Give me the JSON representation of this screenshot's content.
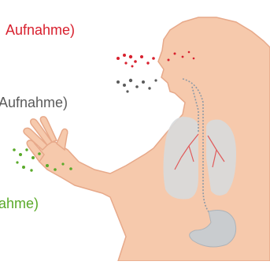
{
  "labels": {
    "oral": "Aufnahme)",
    "inhalation": "Aufnahme)",
    "dermal": "ahme)"
  },
  "colors": {
    "oral": "#d8202e",
    "inhalation": "#5b5b5b",
    "dermal": "#5aaa2a",
    "skin": "#f6c9ac",
    "skin_outline": "#e7a98a",
    "lung": "#d8dadc",
    "stomach": "#c9cccf",
    "airway": "#8e9aa6",
    "vessels": "#e05a5a"
  },
  "icons": {
    "body": "human-torso-illustration",
    "hand": "hand-illustration",
    "lungs": "lungs-illustration",
    "stomach": "stomach-illustration"
  }
}
